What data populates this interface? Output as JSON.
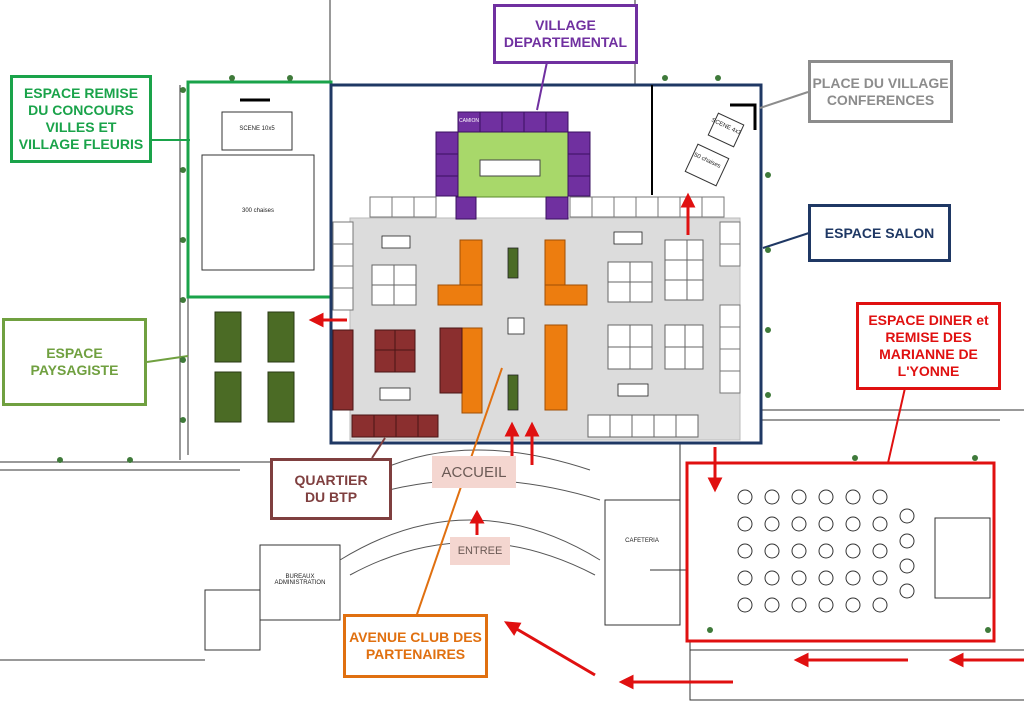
{
  "colors": {
    "green": "#1aa34a",
    "purple": "#7030a0",
    "gray": "#8c8c8c",
    "navy": "#1f3864",
    "olive": "#70a040",
    "brown": "#7f3f3f",
    "orange": "#e07010",
    "red": "#e01010",
    "orange_stand": "#ed7d0f",
    "maroon_stand": "#8b2f2f",
    "purple_stand": "#7030a0",
    "light_green": "#a8d86a",
    "dark_green": "#4b6b25"
  },
  "labels": {
    "espace_remise": "ESPACE REMISE DU CONCOURS VILLES ET VILLAGE FLEURIS",
    "village_departemental": "VILLAGE DEPARTEMENTAL",
    "place_du_village": "PLACE DU VILLAGE CONFERENCES",
    "espace_salon": "ESPACE SALON",
    "espace_paysagiste": "ESPACE PAYSAGISTE",
    "espace_diner": "ESPACE DINER et REMISE DES MARIANNE DE L'YONNE",
    "quartier_btp": "QUARTIER DU BTP",
    "avenue_club": "AVENUE CLUB DES PARTENAIRES",
    "accueil": "ACCUEIL",
    "entree": "ENTREE"
  },
  "plan_text": {
    "scene_10x5": "SCENE 10x5",
    "chaises_300": "300 chaises",
    "scene_4x3": "SCENE 4x3",
    "chaises_50": "50 chaises",
    "camion": "CAMION",
    "cafeteria": "CAFETERIA",
    "bureaux": "BUREAUX ADMINISTRATION"
  }
}
